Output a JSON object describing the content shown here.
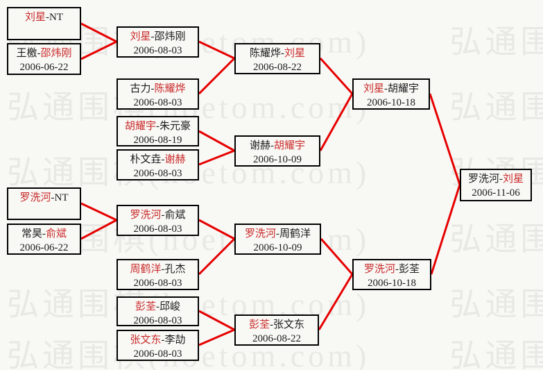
{
  "watermark": {
    "text": "弘通围棋(hoetom.com)"
  },
  "ui": {
    "dash": "-"
  },
  "colors": {
    "winner_red": "#c92a2a",
    "connector_red": "#e60000",
    "box_border": "#000000",
    "background": "#f8f8f5",
    "watermark_gray": "#e8e8e4"
  },
  "boxes": [
    {
      "p1": "刘星",
      "p1w": true,
      "p2": "NT",
      "p2w": false,
      "date": ""
    },
    {
      "p1": "王檄",
      "p1w": false,
      "p2": "邵炜刚",
      "p2w": true,
      "date": "2006-06-22"
    },
    {
      "p1": "刘星",
      "p1w": true,
      "p2": "邵炜刚",
      "p2w": false,
      "date": "2006-08-03"
    },
    {
      "p1": "古力",
      "p1w": false,
      "p2": "陈耀烨",
      "p2w": true,
      "date": "2006-08-03"
    },
    {
      "p1": "胡耀宇",
      "p1w": true,
      "p2": "朱元豪",
      "p2w": false,
      "date": "2006-08-19"
    },
    {
      "p1": "朴文垚",
      "p1w": false,
      "p2": "谢赫",
      "p2w": true,
      "date": "2006-08-03"
    },
    {
      "p1": "陈耀烨",
      "p1w": false,
      "p2": "刘星",
      "p2w": true,
      "date": "2006-08-22"
    },
    {
      "p1": "谢赫",
      "p1w": false,
      "p2": "胡耀宇",
      "p2w": true,
      "date": "2006-10-09"
    },
    {
      "p1": "罗洗河",
      "p1w": true,
      "p2": "NT",
      "p2w": false,
      "date": ""
    },
    {
      "p1": "常昊",
      "p1w": false,
      "p2": "俞斌",
      "p2w": true,
      "date": "2006-06-22"
    },
    {
      "p1": "罗洗河",
      "p1w": true,
      "p2": "俞斌",
      "p2w": false,
      "date": "2006-08-03"
    },
    {
      "p1": "周鹤洋",
      "p1w": true,
      "p2": "孔杰",
      "p2w": false,
      "date": "2006-08-03"
    },
    {
      "p1": "彭荃",
      "p1w": true,
      "p2": "邱峻",
      "p2w": false,
      "date": "2006-08-03"
    },
    {
      "p1": "张文东",
      "p1w": true,
      "p2": "李劼",
      "p2w": false,
      "date": "2006-08-03"
    },
    {
      "p1": "罗洗河",
      "p1w": true,
      "p2": "周鹤洋",
      "p2w": false,
      "date": "2006-10-09"
    },
    {
      "p1": "彭荃",
      "p1w": true,
      "p2": "张文东",
      "p2w": false,
      "date": "2006-08-22"
    },
    {
      "p1": "刘星",
      "p1w": true,
      "p2": "胡耀宇",
      "p2w": false,
      "date": "2006-10-18"
    },
    {
      "p1": "罗洗河",
      "p1w": true,
      "p2": "彭荃",
      "p2w": false,
      "date": "2006-10-18"
    },
    {
      "p1": "罗洗河",
      "p1w": false,
      "p2": "刘星",
      "p2w": true,
      "date": "2006-11-06"
    }
  ]
}
